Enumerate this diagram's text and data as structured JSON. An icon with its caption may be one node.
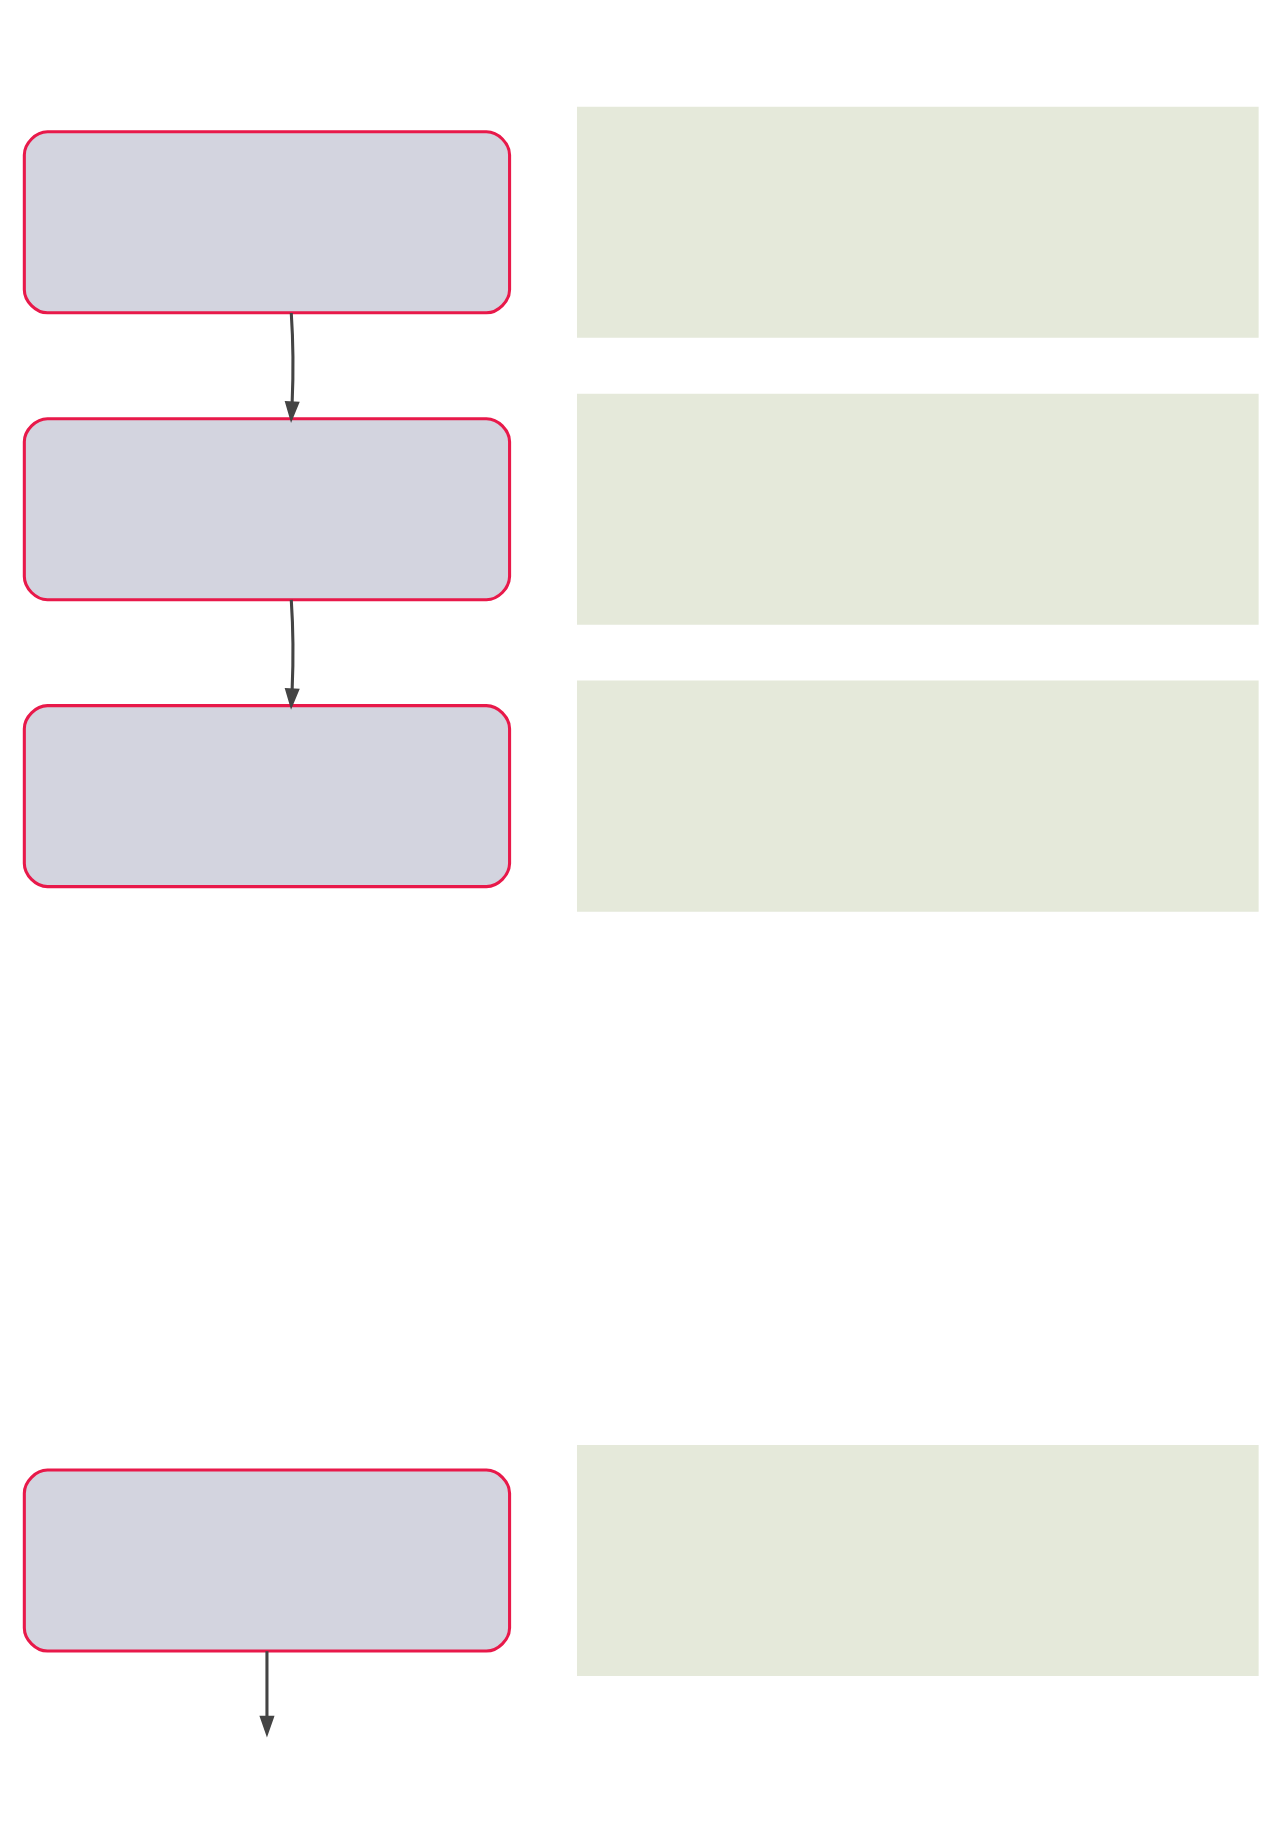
{
  "diagram": {
    "nodes": [
      {
        "text": [],
        "shape": "box"
      },
      {
        "text": [],
        "shape": "band"
      },
      {
        "text": [],
        "shape": "box"
      },
      {
        "text": [],
        "shape": "band"
      },
      {
        "text": [],
        "shape": "box"
      },
      {
        "text": [],
        "shape": "band"
      },
      {
        "text": [],
        "shape": "box"
      },
      {
        "text": [],
        "shape": "band"
      }
    ],
    "edges": [
      {
        "from": 0,
        "to": 2,
        "arrow": "to"
      },
      {
        "from": 2,
        "to": 4,
        "arrow": "to"
      },
      {
        "from": 6,
        "to": null,
        "arrow": "to"
      }
    ]
  }
}
